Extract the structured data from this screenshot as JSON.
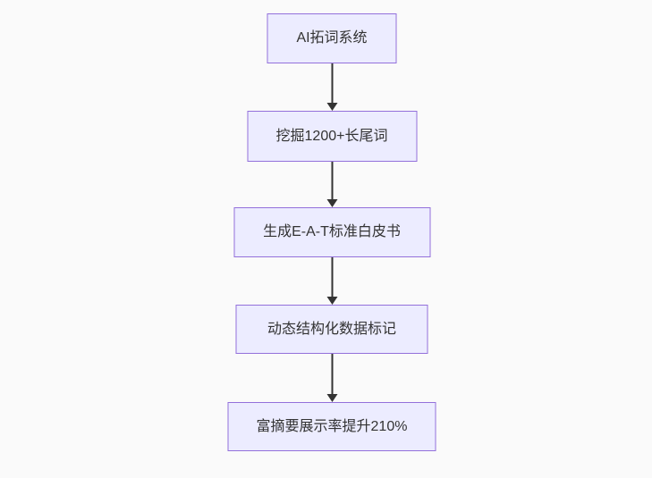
{
  "flowchart": {
    "type": "vertical-flowchart",
    "nodes": [
      {
        "id": "step-1",
        "label": "AI拓词系统"
      },
      {
        "id": "step-2",
        "label": "挖掘1200+长尾词"
      },
      {
        "id": "step-3",
        "label": "生成E-A-T标准白皮书"
      },
      {
        "id": "step-4",
        "label": "动态结构化数据标记"
      },
      {
        "id": "step-5",
        "label": "富摘要展示率提升210%"
      }
    ],
    "edges": [
      {
        "from": "step-1",
        "to": "step-2",
        "direction": "down"
      },
      {
        "from": "step-2",
        "to": "step-3",
        "direction": "down"
      },
      {
        "from": "step-3",
        "to": "step-4",
        "direction": "down"
      },
      {
        "from": "step-4",
        "to": "step-5",
        "direction": "down"
      }
    ],
    "colors": {
      "background": "#fafafa",
      "node_fill": "#ececff",
      "node_border": "#9370db",
      "arrow": "#333333",
      "text": "#333333"
    }
  }
}
